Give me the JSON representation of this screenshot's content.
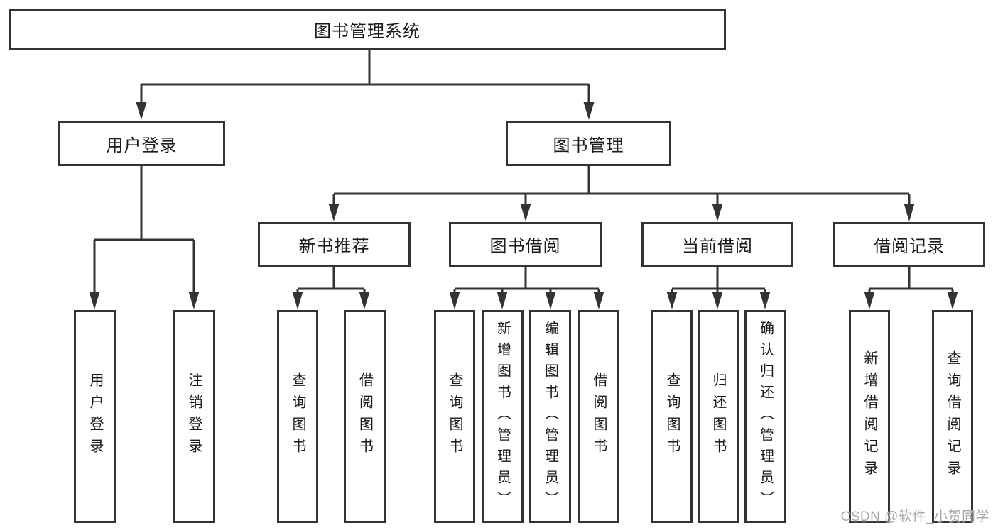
{
  "colors": {
    "background": "#ffffff",
    "line": "#333333",
    "box_border": "#333333",
    "text": "#1a1a1a",
    "watermark": "#a8a8a8"
  },
  "diagram": {
    "root": {
      "label": "图书管理系统"
    },
    "branches": [
      {
        "label": "用户登录",
        "children": [
          {
            "label": "用户登录"
          },
          {
            "label": "注销登录"
          }
        ]
      },
      {
        "label": "图书管理",
        "children": [
          {
            "label": "新书推荐",
            "children": [
              {
                "label": "查询图书"
              },
              {
                "label": "借阅图书"
              }
            ]
          },
          {
            "label": "图书借阅",
            "children": [
              {
                "label": "查询图书"
              },
              {
                "label": "新增图书（管理员）"
              },
              {
                "label": "编辑图书（管理员）"
              },
              {
                "label": "借阅图书"
              }
            ]
          },
          {
            "label": "当前借阅",
            "children": [
              {
                "label": "查询图书"
              },
              {
                "label": "归还图书"
              },
              {
                "label": "确认归还（管理员）"
              }
            ]
          },
          {
            "label": "借阅记录",
            "children": [
              {
                "label": "新增借阅记录"
              },
              {
                "label": "查询借阅记录"
              }
            ]
          }
        ]
      }
    ]
  },
  "watermark": {
    "text": "CSDN @软件_小贺同学"
  }
}
